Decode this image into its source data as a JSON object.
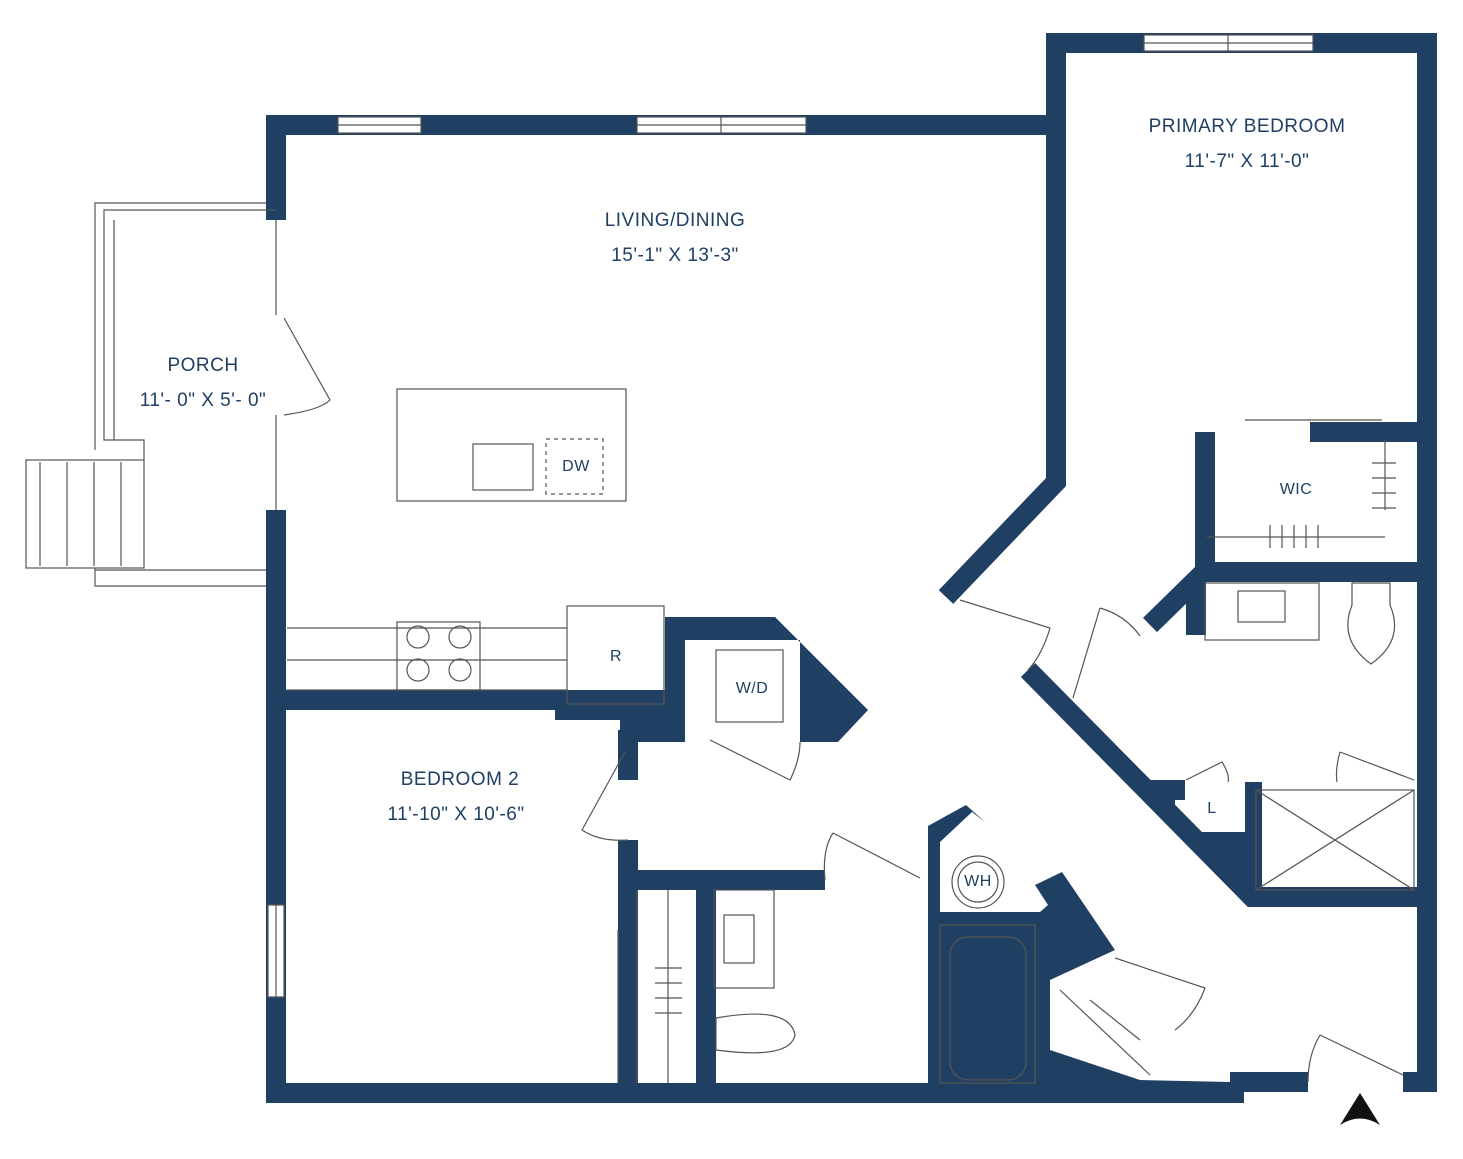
{
  "colors": {
    "wall": "#1f3f63",
    "line": "#555555"
  },
  "rooms": {
    "porch": {
      "name": "PORCH",
      "size": "11'- 0\" X 5'- 0\""
    },
    "living": {
      "name": "LIVING/DINING",
      "size": "15'-1\" X 13'-3\""
    },
    "primary": {
      "name": "PRIMARY BEDROOM",
      "size": "11'-7\" X 11'-0\""
    },
    "bedroom2": {
      "name": "BEDROOM 2",
      "size": "11'-10\" X 10'-6\""
    }
  },
  "fixtures": {
    "dw": "DW",
    "wic": "WIC",
    "r": "R",
    "wd": "W/D",
    "l": "L",
    "wh": "WH"
  },
  "north_icon": "north-arrow-icon"
}
